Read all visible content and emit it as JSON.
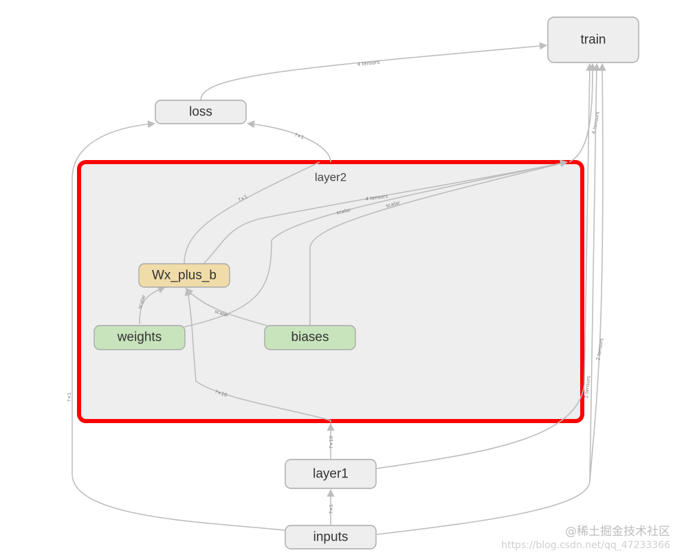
{
  "group": {
    "label": "layer2",
    "highlight_color": "#ff0000",
    "fill": "#eeeeee"
  },
  "nodes": {
    "train": "train",
    "loss": "loss",
    "wx_plus_b": "Wx_plus_b",
    "weights": "weights",
    "biases": "biases",
    "layer1": "layer1",
    "inputs": "inputs"
  },
  "edge_labels": {
    "loss_train": "4 tensors",
    "layer2_loss": "?×1",
    "wx_layer2": "?×1",
    "group_train": "6 tensors",
    "layer1_train": "2 tensors",
    "inputs_train": "2 tensors",
    "weights_train": "4 tensors",
    "weights_scalar": "scalar",
    "biases_scalar": "scalar",
    "weights_wx": "scalar",
    "biases_wx": "scalar",
    "layer1_wx": "?×10",
    "layer1_layer2": "?×10",
    "inputs_layer1": "?×1",
    "inputs_loss": "?×1"
  },
  "colors": {
    "op_node": "#f0dca9",
    "variable_node": "#c8e4bc",
    "meta_node": "#eeeeee",
    "edge": "#bdbdbd"
  },
  "watermark": {
    "line1": "@稀土掘金技术社区",
    "line2": "https://blog.csdn.net/qq_47233366"
  }
}
